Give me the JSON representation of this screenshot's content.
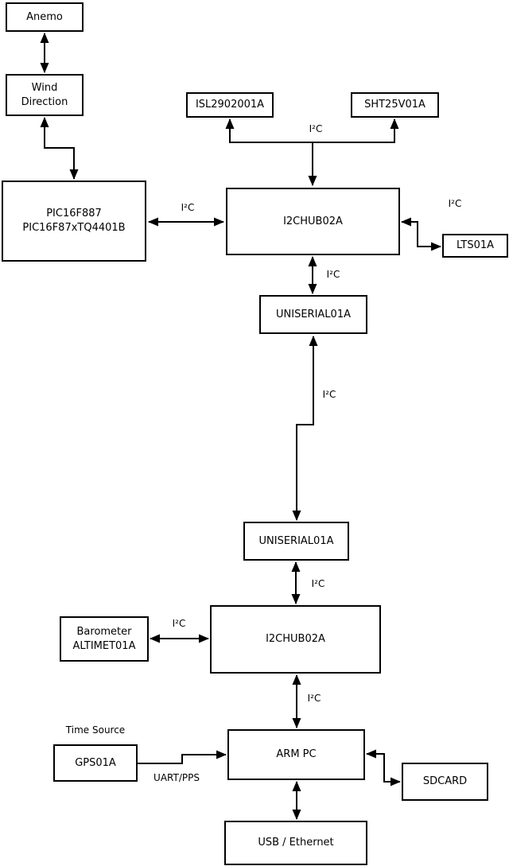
{
  "diagram": {
    "title": "sensor-architecture-block-diagram",
    "colors": {
      "line": "#000000",
      "background": "#ffffff",
      "text": "#000000"
    },
    "nodes": {
      "anemo": {
        "label": "Anemo"
      },
      "wind_direction": {
        "line1": "Wind",
        "line2": "Direction"
      },
      "pic": {
        "line1": "PIC16F887",
        "line2": "PIC16F87xTQ4401B"
      },
      "isl": {
        "label": "ISL2902001A"
      },
      "sht": {
        "label": "SHT25V01A"
      },
      "i2chub_top": {
        "label": "I2CHUB02A"
      },
      "lts": {
        "label": "LTS01A"
      },
      "uniserial_top": {
        "label": "UNISERIAL01A"
      },
      "uniserial_bottom": {
        "label": "UNISERIAL01A"
      },
      "i2chub_bottom": {
        "label": "I2CHUB02A"
      },
      "barometer": {
        "line1": "Barometer",
        "line2": "ALTIMET01A"
      },
      "gps": {
        "label": "GPS01A"
      },
      "arm_pc": {
        "label": "ARM PC"
      },
      "sdcard": {
        "label": "SDCARD"
      },
      "usb_ethernet": {
        "label": "USB / Ethernet"
      }
    },
    "edge_labels": {
      "i2c": "I²C",
      "uart_pps": "UART/PPS",
      "time_source": "Time Source"
    }
  }
}
